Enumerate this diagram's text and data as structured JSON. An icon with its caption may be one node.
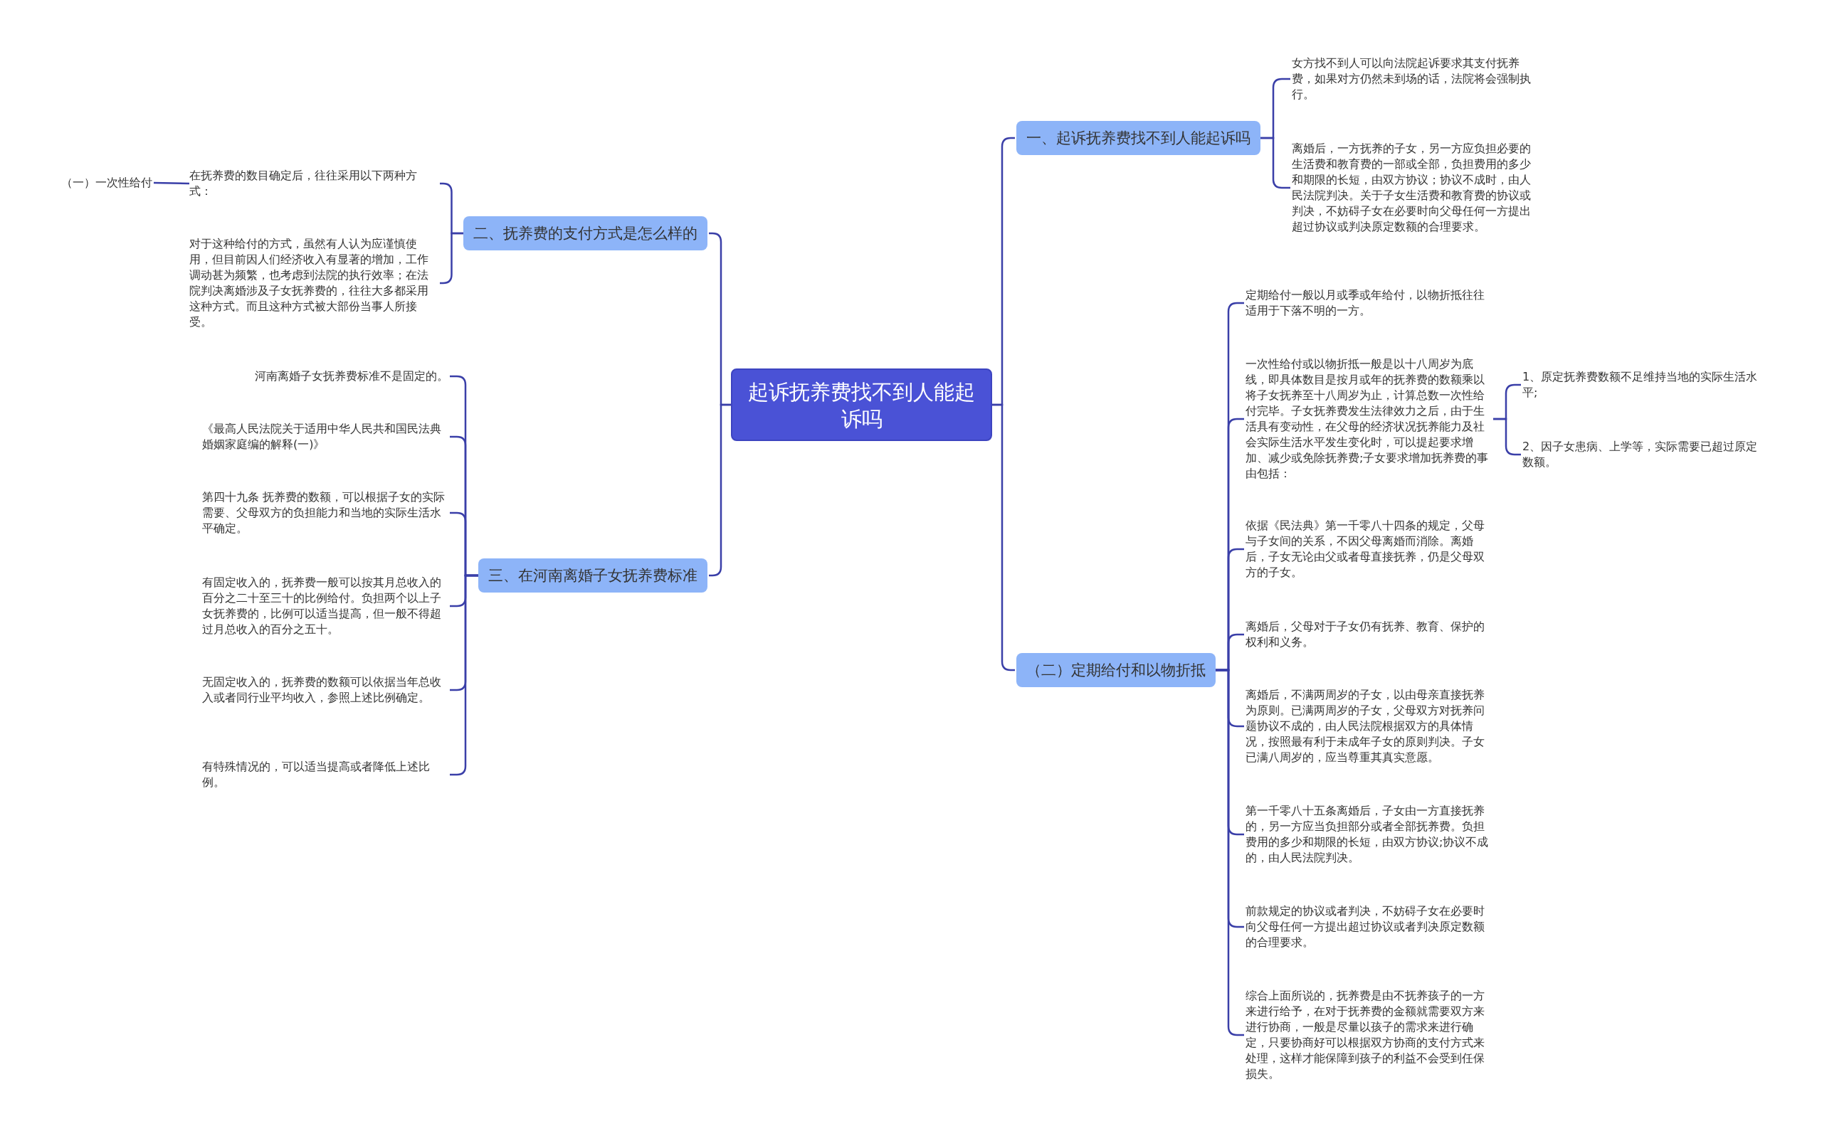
{
  "diagram": {
    "nodes": [
      {
        "text": [
          "起诉抚养费找不到人能起诉吗"
        ]
      },
      {
        "text": [
          "一、起诉抚养费找不到人能起诉吗"
        ]
      },
      {
        "text": [
          "女方找不到人可以向法院起诉要求其支付抚养费，如果对方仍然未到场的话，法院将会强制执行。"
        ]
      },
      {
        "text": [
          "离婚后，一方抚养的子女，另一方应负担必要的生活费和教育费的一部或全部，负担费用的多少和期限的长短，由双方协议；协议不成时，由人民法院判决。关于子女生活费和教育费的协议或判决，不妨碍子女在必要时向父母任何一方提出超过协议或判决原定数额的合理要求。"
        ]
      },
      {
        "text": [
          "二、抚养费的支付方式是怎么样的"
        ]
      },
      {
        "text": [
          "在抚养费的数目确定后，往往采用以下两种方式："
        ]
      },
      {
        "text": [
          "（一）一次性给付"
        ]
      },
      {
        "text": [
          "对于这种给付的方式，虽然有人认为应谨慎使用，但目前因人们经济收入有显著的增加，工作调动甚为频繁，也考虑到法院的执行效率；在法院判决离婚涉及子女抚养费的，往往大多都采用这种方式。而且这种方式被大部份当事人所接受。"
        ]
      },
      {
        "text": [
          "三、在河南离婚子女抚养费标准"
        ]
      },
      {
        "text": [
          "河南离婚子女抚养费标准不是固定的。"
        ]
      },
      {
        "text": [
          "《最高人民法院关于适用中华人民共和国民法典婚姻家庭编的解释(一)》"
        ]
      },
      {
        "text": [
          "第四十九条 抚养费的数额，可以根据子女的实际需要、父母双方的负担能力和当地的实际生活水平确定。"
        ]
      },
      {
        "text": [
          "有固定收入的，抚养费一般可以按其月总收入的百分之二十至三十的比例给付。负担两个以上子女抚养费的，比例可以适当提高，但一般不得超过月总收入的百分之五十。"
        ]
      },
      {
        "text": [
          "无固定收入的，抚养费的数额可以依据当年总收入或者同行业平均收入，参照上述比例确定。"
        ]
      },
      {
        "text": [
          "有特殊情况的，可以适当提高或者降低上述比例。"
        ]
      },
      {
        "text": [
          "（二）定期给付和以物折抵"
        ]
      },
      {
        "text": [
          "定期给付一般以月或季或年给付，以物折抵往往适用于下落不明的一方。"
        ]
      },
      {
        "text": [
          "一次性给付或以物折抵一般是以十八周岁为底线，即具体数目是按月或年的抚养费的数额乘以将子女抚养至十八周岁为止，计算总数一次性给付完毕。子女抚养费发生法律效力之后，由于生活具有变动性，在父母的经济状况抚养能力及社会实际生活水平发生变化时，可以提起要求增加、减少或免除抚养费;子女要求增加抚养费的事由包括："
        ]
      },
      {
        "text": [
          "依据《民法典》第一千零八十四条的规定，父母与子女间的关系，不因父母离婚而消除。离婚后，子女无论由父或者母直接抚养，仍是父母双方的子女。"
        ]
      },
      {
        "text": [
          "离婚后，父母对于子女仍有抚养、教育、保护的权利和义务。"
        ]
      },
      {
        "text": [
          "离婚后，不满两周岁的子女，以由母亲直接抚养为原则。已满两周岁的子女，父母双方对抚养问题协议不成的，由人民法院根据双方的具体情况，按照最有利于未成年子女的原则判决。子女已满八周岁的，应当尊重其真实意愿。"
        ]
      },
      {
        "text": [
          "第一千零八十五条离婚后，子女由一方直接抚养的，另一方应当负担部分或者全部抚养费。负担费用的多少和期限的长短，由双方协议;协议不成的，由人民法院判决。"
        ]
      },
      {
        "text": [
          "前款规定的协议或者判决，不妨碍子女在必要时向父母任何一方提出超过协议或者判决原定数额的合理要求。"
        ]
      },
      {
        "text": [
          "综合上面所说的，抚养费是由不抚养孩子的一方来进行给予，在对于抚养费的金额就需要双方来进行协商，一般是尽量以孩子的需求来进行确定，只要协商好可以根据双方协商的支付方式来处理，这样才能保障到孩子的利益不会受到任保损失。"
        ]
      },
      {
        "text": [
          "1、原定抚养费数额不足维持当地的实际生活水平;"
        ]
      },
      {
        "text": [
          "2、因子女患病、上学等，实际需要已超过原定数额。"
        ]
      }
    ],
    "edges": [
      {
        "from": 0,
        "to": 1,
        "arrow": "none"
      },
      {
        "from": 0,
        "to": 4,
        "arrow": "none"
      },
      {
        "from": 0,
        "to": 8,
        "arrow": "none"
      },
      {
        "from": 0,
        "to": 15,
        "arrow": "none"
      },
      {
        "from": 1,
        "to": 2,
        "arrow": "none"
      },
      {
        "from": 1,
        "to": 3,
        "arrow": "none"
      },
      {
        "from": 4,
        "to": 5,
        "arrow": "none"
      },
      {
        "from": 4,
        "to": 7,
        "arrow": "none"
      },
      {
        "from": 5,
        "to": 6,
        "arrow": "none"
      },
      {
        "from": 8,
        "to": 9,
        "arrow": "none"
      },
      {
        "from": 8,
        "to": 10,
        "arrow": "none"
      },
      {
        "from": 8,
        "to": 11,
        "arrow": "none"
      },
      {
        "from": 8,
        "to": 12,
        "arrow": "none"
      },
      {
        "from": 8,
        "to": 13,
        "arrow": "none"
      },
      {
        "from": 8,
        "to": 14,
        "arrow": "none"
      },
      {
        "from": 15,
        "to": 16,
        "arrow": "none"
      },
      {
        "from": 15,
        "to": 17,
        "arrow": "none"
      },
      {
        "from": 15,
        "to": 18,
        "arrow": "none"
      },
      {
        "from": 15,
        "to": 19,
        "arrow": "none"
      },
      {
        "from": 15,
        "to": 20,
        "arrow": "none"
      },
      {
        "from": 15,
        "to": 21,
        "arrow": "none"
      },
      {
        "from": 15,
        "to": 22,
        "arrow": "none"
      },
      {
        "from": 15,
        "to": 23,
        "arrow": "none"
      },
      {
        "from": 17,
        "to": 24,
        "arrow": "none"
      },
      {
        "from": 17,
        "to": 25,
        "arrow": "none"
      }
    ]
  }
}
